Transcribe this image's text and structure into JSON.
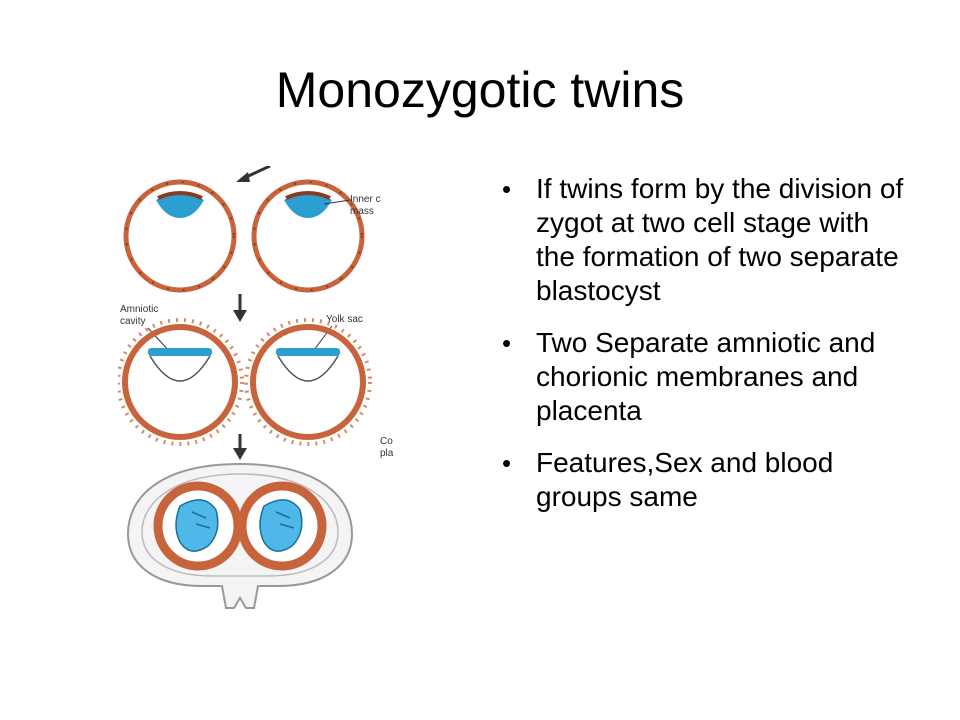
{
  "slide": {
    "title": "Monozygotic twins",
    "bullets": [
      "If  twins form  by the division of  zygot at two cell stage with the formation of  two separate blastocyst",
      "Two Separate amniotic and chorionic membranes and placenta",
      "Features,Sex  and blood groups same"
    ]
  },
  "figure": {
    "labels": {
      "inner_cell_mass_1": "Inner c",
      "inner_cell_mass_2": "mass",
      "amniotic_1": "Amniotic",
      "amniotic_2": "cavity",
      "yolk_sac": "Yolk sac",
      "chorion_1": "Co",
      "chorion_2": "pla"
    },
    "colors": {
      "membrane": "#c8643c",
      "cells": "#2a9fd0",
      "embryo": "#4fb8e8",
      "arrow": "#333333"
    }
  }
}
